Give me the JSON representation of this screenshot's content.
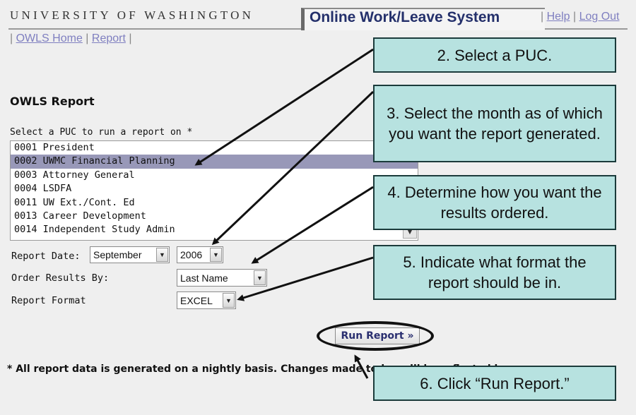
{
  "header": {
    "org_title": "UNIVERSITY OF WASHINGTON",
    "app_title": "Online Work/Leave System",
    "links": [
      "Help",
      "Log Out"
    ]
  },
  "nav": {
    "links": [
      "OWLS Home",
      "Report"
    ]
  },
  "form": {
    "heading": "OWLS Report",
    "puc_label": "Select a PUC to run a report on *",
    "puc_options": [
      "0001 President",
      "0002 UWMC Financial Planning",
      "0003 Attorney General",
      "0004 LSDFA",
      "0011 UW Ext./Cont. Ed",
      "0013 Career Development",
      "0014 Independent Study Admin"
    ],
    "puc_selected_index": 1,
    "report_date_label": "Report Date:",
    "report_month": "September",
    "report_year": "2006",
    "order_label": "Order Results By:",
    "order_value": "Last Name",
    "format_label": "Report Format",
    "format_value": "EXCEL",
    "run_button": "Run Report »",
    "footnote": "* All report data is generated on a nightly basis. Changes made today will be reflected in"
  },
  "callouts": [
    "2.  Select a PUC.",
    "3.  Select the month as of which you want the report generated.",
    "4.  Determine how you want the results ordered.",
    "5.  Indicate what format the report should be in.",
    "6.  Click “Run Report.”"
  ],
  "colors": {
    "callout_fill": "#b7e2e0",
    "app_title": "#24306b",
    "link": "#7f7fc0",
    "selected_row": "#9898b8"
  }
}
